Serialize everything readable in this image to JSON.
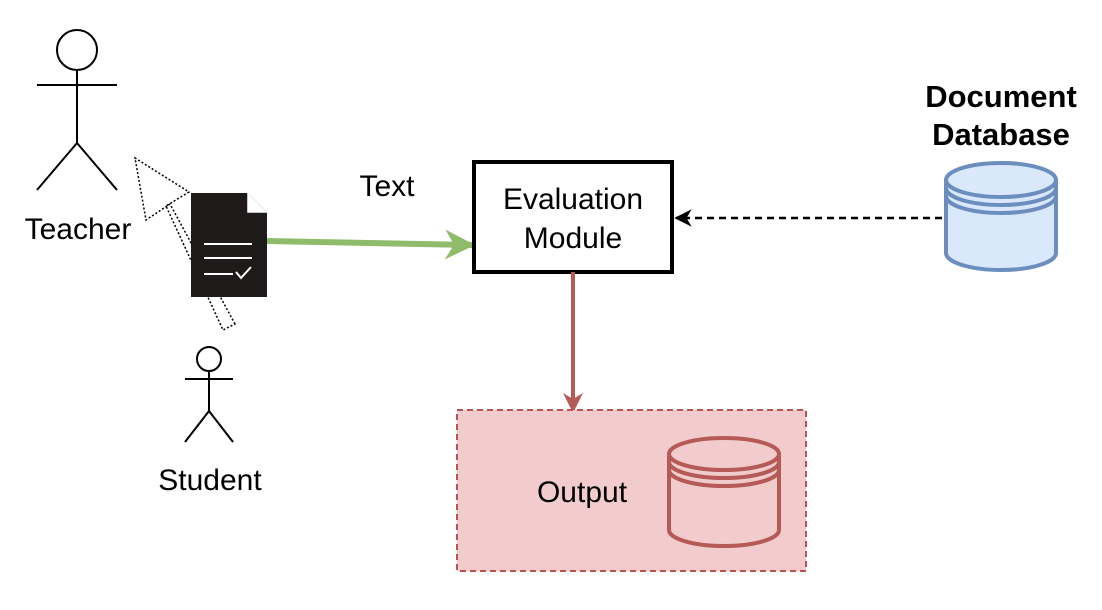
{
  "actors": {
    "teacher": "Teacher",
    "student": "Student"
  },
  "edge_labels": {
    "text": "Text"
  },
  "nodes": {
    "evaluation_module": [
      "Evaluation",
      "Module"
    ],
    "document_database": [
      "Document",
      "Database"
    ],
    "output": "Output"
  },
  "icons": {
    "document": "document-check-icon",
    "database": "database-cylinder-icon",
    "actor": "stick-figure-icon"
  },
  "colors": {
    "text_arrow": "#8fbc6b",
    "output_arrow": "#b55a56",
    "output_fill": "#f2cccc",
    "output_border": "#b85450",
    "database_fill": "#dae8fc",
    "database_stroke": "#6c8ebf"
  }
}
